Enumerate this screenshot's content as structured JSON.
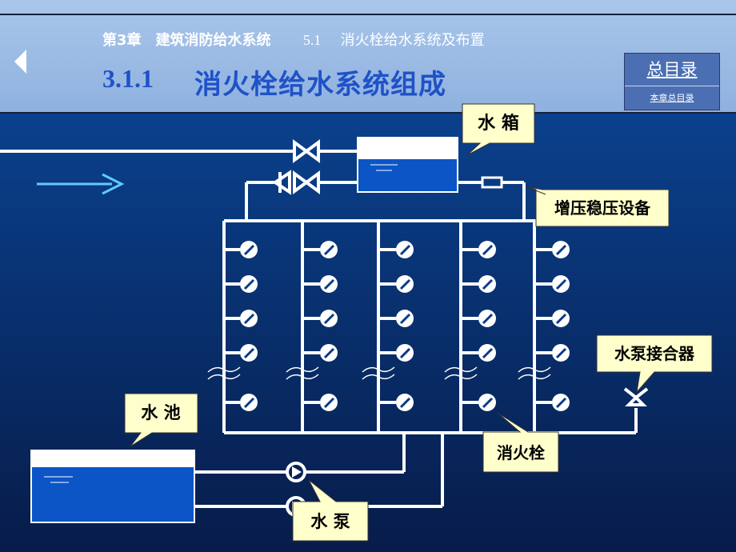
{
  "header": {
    "chapter": "第3章　建筑消防给水系统",
    "section_number": "5.1",
    "section_title": "消火栓给水系统及布置",
    "title_number": "3.1.1",
    "title_text": "消火栓给水系统组成",
    "toc_main": "总目录",
    "toc_sub": "本章总目录"
  },
  "diagram": {
    "labels": {
      "water_tank": "水 箱",
      "booster": "增压稳压设备",
      "pump_adapter": "水泵接合器",
      "pool": "水 池",
      "hydrant": "消火栓",
      "pump": "水 泵"
    }
  },
  "colors": {
    "background_top": "#0b4a9e",
    "background_bottom": "#071c4a",
    "header": "#9dbbe6",
    "title": "#1f52c8",
    "pipe": "#ffffff",
    "tank_fill": "#0b55c6",
    "callout": "#ffffcc",
    "flow_arrow": "#5ecbff"
  }
}
